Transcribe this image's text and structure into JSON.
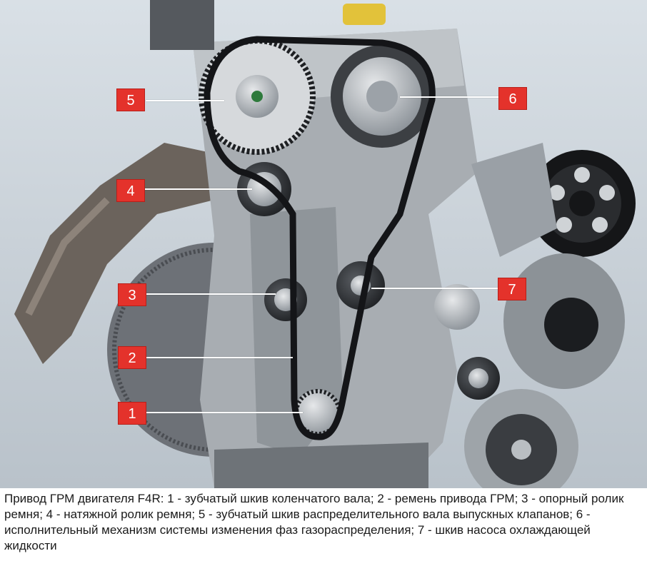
{
  "figure": {
    "image_alt": "engine-timing-drive-photo",
    "callouts": [
      {
        "label": "1",
        "target": "crankshaft-sprocket"
      },
      {
        "label": "2",
        "target": "timing-belt"
      },
      {
        "label": "3",
        "target": "idler-roller"
      },
      {
        "label": "4",
        "target": "tensioner-roller"
      },
      {
        "label": "5",
        "target": "exhaust-camshaft-sprocket"
      },
      {
        "label": "6",
        "target": "phase-shifter-actuator"
      },
      {
        "label": "7",
        "target": "coolant-pump-pulley"
      }
    ],
    "colors": {
      "callout_fill": "#e4322b",
      "callout_text": "#ffffff",
      "leader": "#ffffff",
      "caption_text": "#1a1a1a"
    }
  },
  "caption": {
    "text": "Привод ГРМ двигателя F4R: 1 - зубчатый шкив коленчатого вала; 2 - ремень привода ГРМ; 3 - опорный ролик ремня; 4 - натяжной ролик ремня; 5 - зубчатый шкив распределительного вала выпускных клапанов; 6 - исполнительный механизм системы изменения фаз газораспределения; 7 - шкив насоса охлаждающей жидкости"
  }
}
